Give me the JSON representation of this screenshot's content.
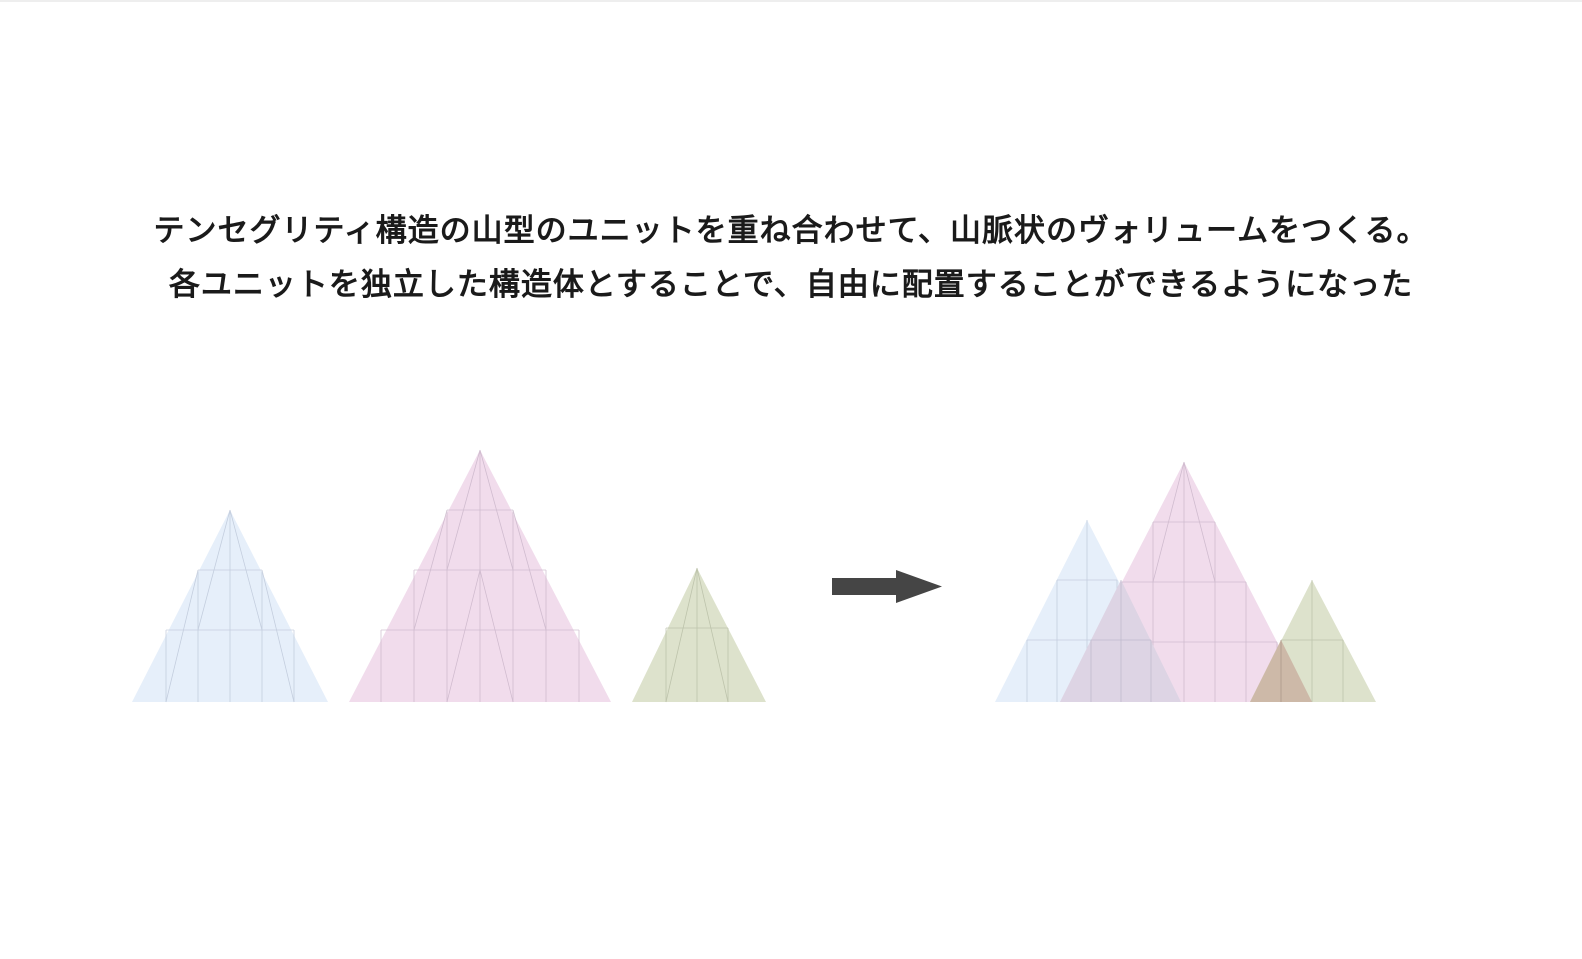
{
  "caption": {
    "line1": "テンセグリティ構造の山型のユニットを重ね合わせて、山脈状のヴォリュームをつくる。",
    "line2": "各ユニットを独立した構造体とすることで、自由に配置することができるようになった"
  },
  "colors": {
    "background": "#ffffff",
    "text": "#1a1a1a",
    "arrow": "#454545",
    "unit_blue": "#e6effa",
    "unit_pink": "#f1dcec",
    "unit_olive": "#dde2cc",
    "overlap_purple": "#ddd4e4",
    "overlap_brown": "#cdb9a8",
    "structure_lines": "#b9b4c8"
  },
  "units_before": [
    {
      "name": "blue-unit",
      "tiers": 3,
      "color_key": "unit_blue"
    },
    {
      "name": "pink-unit",
      "tiers": 4,
      "color_key": "unit_pink"
    },
    {
      "name": "olive-unit",
      "tiers": 2,
      "color_key": "unit_olive"
    }
  ],
  "arrow": {
    "direction": "right",
    "icon": "arrow-right-icon"
  }
}
